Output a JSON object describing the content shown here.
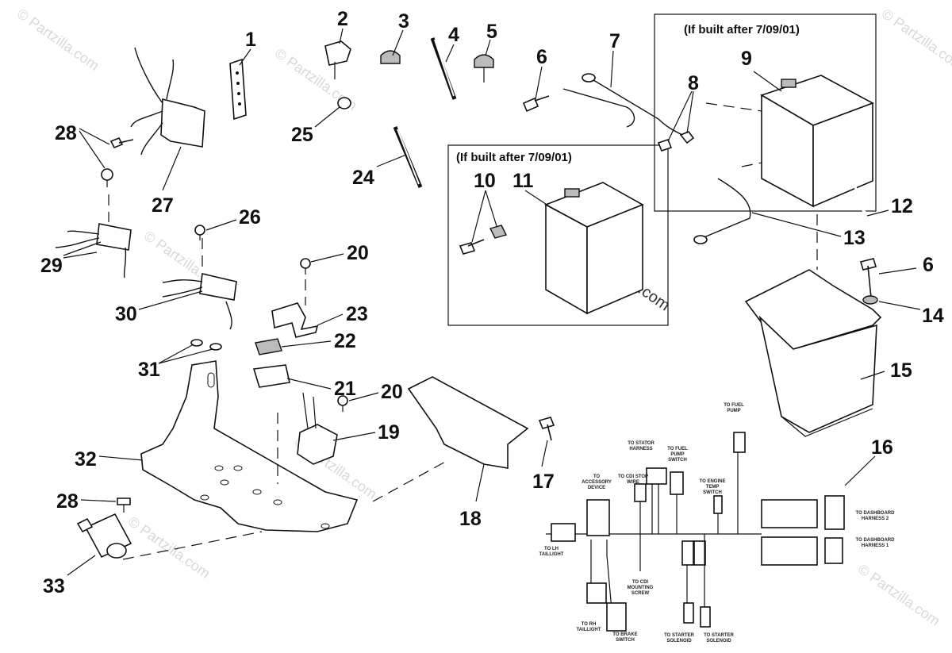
{
  "diagram": {
    "watermark": "© Partzilla.com",
    "boxes": [
      {
        "title": "(If built after 7/09/01)"
      },
      {
        "title": "(If built after 7/09/01)"
      }
    ],
    "callouts": [
      "1",
      "2",
      "3",
      "4",
      "5",
      "6",
      "7",
      "8",
      "9",
      "10",
      "11",
      "12",
      "13",
      "6",
      "14",
      "15",
      "16",
      "17",
      "18",
      "19",
      "20",
      "20",
      "21",
      "22",
      "23",
      "24",
      "25",
      "26",
      "27",
      "28",
      "28",
      "29",
      "30",
      "31",
      "32",
      "33"
    ],
    "harness_labels": [
      "TO STATOR HARNESS",
      "TO FUEL PUMP SWITCH",
      "TO ACCESSORY DEVICE",
      "TO CDI STOP WIRE",
      "TO ENGINE TEMP SWITCH",
      "TO FUEL PUMP",
      "TO DASHBOARD HARNESS 2",
      "TO DASHBOARD HARNESS 1",
      "TO LH TAILLIGHT",
      "TO RH TAILLIGHT",
      "TO CDI MOUNTING SCREW",
      "TO BRAKE SWITCH",
      "TO STARTER SOLENOID",
      "TO STARTER SOLENOID"
    ]
  }
}
